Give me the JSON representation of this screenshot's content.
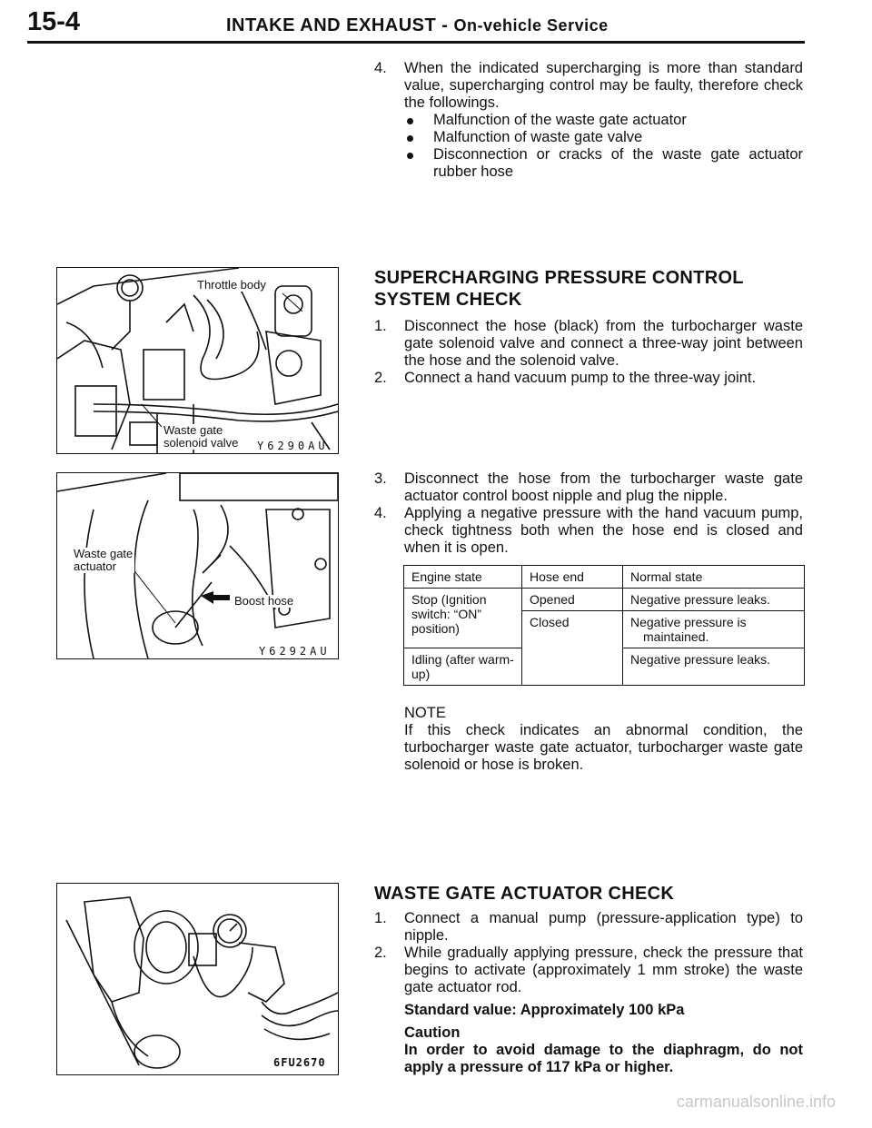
{
  "header": {
    "page_number": "15-4",
    "title": "INTAKE AND EXHAUST",
    "separator": " - ",
    "subtitle": "On-vehicle Service"
  },
  "intro": {
    "step_number": "4.",
    "step_text": "When the indicated supercharging is more than standard value, supercharging control may be faulty, therefore check the followings.",
    "bullets": [
      "Malfunction of the waste gate actuator",
      "Malfunction of waste gate valve",
      "Disconnection or cracks of the waste gate actuator rubber hose"
    ]
  },
  "section_supercharging": {
    "title_line1": "SUPERCHARGING PRESSURE CONTROL",
    "title_line2": "SYSTEM CHECK",
    "steps": [
      {
        "num": "1.",
        "text": "Disconnect the hose (black) from the turbocharger waste gate solenoid valve and connect a three-way joint between the hose and the solenoid valve."
      },
      {
        "num": "2.",
        "text": "Connect a hand vacuum pump to the three-way joint."
      },
      {
        "num": "3.",
        "text": "Disconnect the hose from the turbocharger waste gate actuator control boost nipple and plug the nipple."
      },
      {
        "num": "4.",
        "text": "Applying a negative pressure with the hand vacuum pump, check tightness both when the hose end is closed and when it is open."
      }
    ],
    "table": {
      "headers": [
        "Engine state",
        "Hose end",
        "Normal state"
      ],
      "row1_state": "Stop (Ignition switch: “ON” position)",
      "row1_opened": "Opened",
      "row1_opened_result": "Negative pressure leaks.",
      "row2_closed": "Closed",
      "row2_closed_result": "Negative pressure is maintained.",
      "row3_state": "Idling (after warm-up)",
      "row3_result": "Negative pressure leaks."
    },
    "note_label": "NOTE",
    "note_text": "If this check indicates an abnormal condition, the turbocharger waste gate actuator, turbocharger waste gate solenoid or hose is broken."
  },
  "figure1": {
    "label_throttle": "Throttle body",
    "label_solenoid_1": "Waste gate",
    "label_solenoid_2": "solenoid valve",
    "code": "Y6290AU"
  },
  "figure2": {
    "label_actuator_1": "Waste gate",
    "label_actuator_2": "actuator",
    "label_boost": "Boost hose",
    "code": "Y6292AU"
  },
  "figure3": {
    "code": "6FU2670"
  },
  "section_wastegate": {
    "title": "WASTE GATE ACTUATOR CHECK",
    "steps": [
      {
        "num": "1.",
        "text": "Connect a manual pump (pressure-application type) to nipple."
      },
      {
        "num": "2.",
        "text": "While gradually applying pressure, check the pressure that begins to activate (approximately 1 mm stroke) the waste gate actuator rod."
      }
    ],
    "standard_value": "Standard value: Approximately 100 kPa",
    "caution_label": "Caution",
    "caution_text": "In order to avoid damage to the diaphragm, do not apply a pressure of 117 kPa or higher."
  },
  "watermark": "carmanualsonline.info"
}
